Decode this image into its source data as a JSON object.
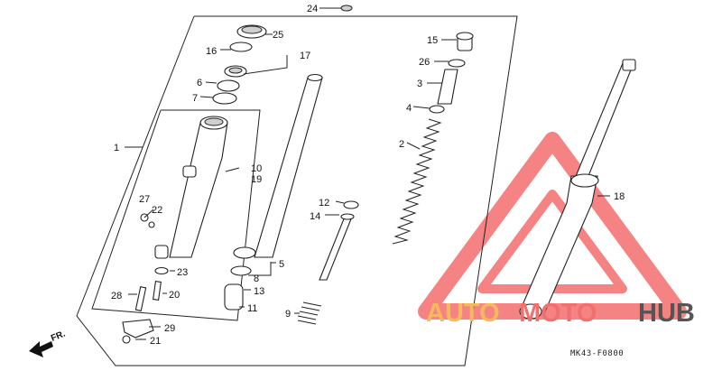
{
  "labels": {
    "p24": "24",
    "p25": "25",
    "p16": "16",
    "p17": "17",
    "p6": "6",
    "p7": "7",
    "p1": "1",
    "p10": "10",
    "p19": "19",
    "p27": "27",
    "p22": "22",
    "p23": "23",
    "p28": "28",
    "p20": "20",
    "p29": "29",
    "p21": "21",
    "p12": "12",
    "p14": "14",
    "p8": "8",
    "p5": "5",
    "p13": "13",
    "p11": "11",
    "p9": "9",
    "p15": "15",
    "p26": "26",
    "p3": "3",
    "p4": "4",
    "p2": "2",
    "p18": "18"
  },
  "front_arrow": "FR.",
  "diagram_code": "MK43-F0800",
  "watermark": {
    "part1": "AUTO",
    "part2": "MOTO",
    "part3": "HUB"
  },
  "colors": {
    "watermark_orange": "#f4b860",
    "watermark_red": "#f07070",
    "watermark_gray": "#555555",
    "triangle": "#f25a5a"
  }
}
